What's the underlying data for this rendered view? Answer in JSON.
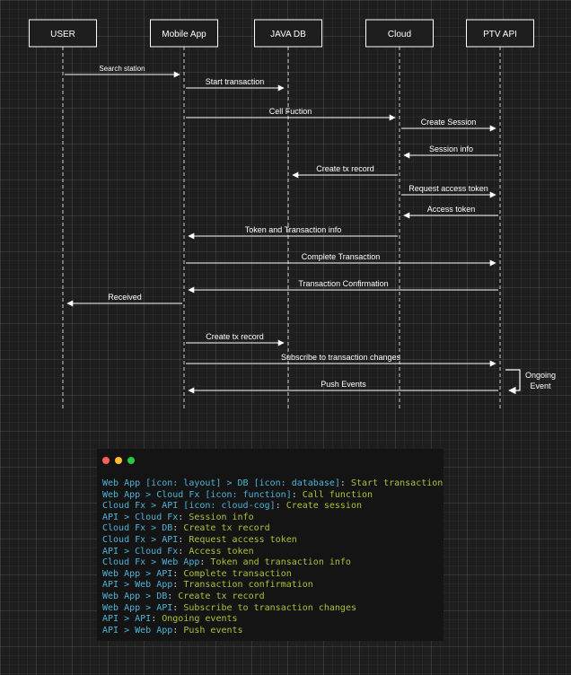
{
  "diagram": {
    "participants": [
      {
        "id": "user",
        "label": "USER"
      },
      {
        "id": "app",
        "label": "Mobile App"
      },
      {
        "id": "db",
        "label": "JAVA DB"
      },
      {
        "id": "cloud",
        "label": "Cloud"
      },
      {
        "id": "ptv",
        "label": "PTV API"
      }
    ],
    "messages": [
      {
        "from": "user",
        "to": "app",
        "label": "Search station"
      },
      {
        "from": "app",
        "to": "db",
        "label": "Start transaction"
      },
      {
        "from": "app",
        "to": "cloud",
        "label": "Cell Fuction"
      },
      {
        "from": "cloud",
        "to": "ptv",
        "label": "Create Session"
      },
      {
        "from": "ptv",
        "to": "cloud",
        "label": "Session info"
      },
      {
        "from": "cloud",
        "to": "db",
        "label": "Create tx record"
      },
      {
        "from": "cloud",
        "to": "ptv",
        "label": "Request access token"
      },
      {
        "from": "ptv",
        "to": "cloud",
        "label": "Access token"
      },
      {
        "from": "cloud",
        "to": "app",
        "label": "Token and Transaction info"
      },
      {
        "from": "app",
        "to": "ptv",
        "label": "Complete Transaction"
      },
      {
        "from": "ptv",
        "to": "app",
        "label": "Transaction Confirmation"
      },
      {
        "from": "app",
        "to": "user",
        "label": "Received"
      },
      {
        "from": "app",
        "to": "db",
        "label": "Create tx record"
      },
      {
        "from": "app",
        "to": "ptv",
        "label": "Subscribe to transaction changes"
      },
      {
        "from": "ptv",
        "to": "app",
        "label": "Push Events"
      }
    ],
    "self_loop": {
      "participant": "ptv",
      "label_line1": "Ongoing",
      "label_line2": "Event"
    }
  },
  "code": {
    "dot_colors": [
      "#ff5f56",
      "#ffbd2e",
      "#27c93f"
    ],
    "colors": {
      "entity": "#4fb3d9",
      "message": "#a8c23a",
      "punct": "#d0d0d0"
    },
    "lines": [
      {
        "entity": "Web App [icon: layout] > DB [icon: database]",
        "message": "Start transaction"
      },
      {
        "entity": "Web App > Cloud Fx [icon: function]",
        "message": "Call function"
      },
      {
        "entity": "Cloud Fx > API [icon: cloud-cog]",
        "message": "Create session"
      },
      {
        "entity": "API > Cloud Fx",
        "message": "Session info"
      },
      {
        "entity": "Cloud Fx > DB",
        "message": "Create tx record"
      },
      {
        "entity": "Cloud Fx > API",
        "message": "Request access token"
      },
      {
        "entity": "API > Cloud Fx",
        "message": "Access token"
      },
      {
        "entity": "Cloud Fx > Web App",
        "message": "Token and transaction info"
      },
      {
        "entity": "Web App > API",
        "message": "Complete transaction"
      },
      {
        "entity": "API > Web App",
        "message": "Transaction confirmation"
      },
      {
        "entity": "Web App > DB",
        "message": "Create tx record"
      },
      {
        "entity": "Web App > API",
        "message": "Subscribe to transaction changes"
      },
      {
        "entity": "API > API",
        "message": "Ongoing events"
      },
      {
        "entity": "API > Web App",
        "message": "Push events"
      }
    ]
  }
}
